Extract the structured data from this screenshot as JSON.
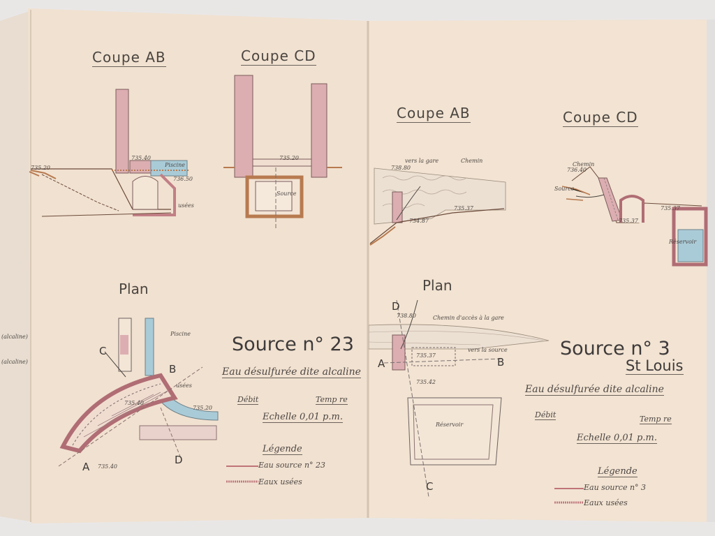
{
  "left_page": {
    "coupe_ab": {
      "title": "Coupe AB",
      "label_piscine": "Piscine",
      "label_usees": "usées",
      "elev_1": "735.20",
      "elev_2": "735.40",
      "elev_3": "736.50"
    },
    "coupe_cd": {
      "title": "Coupe CD",
      "elev_1": "735.20",
      "label_source": "Source"
    },
    "plan": {
      "title": "Plan",
      "label_piscine": "Piscine",
      "label_usees": "usées",
      "elev_1": "735.40",
      "elev_2": "735.20",
      "elev_3": "735.40",
      "letters": [
        "A",
        "B",
        "C",
        "D"
      ]
    },
    "source": {
      "title": "Source n° 23",
      "subtitle": "Eau désulfurée dite alcaline",
      "debit": "Débit",
      "temp": "Temp re",
      "scale": "Echelle 0,01 p.m.",
      "legend_title": "Légende",
      "legend_items": [
        "Eau source n° 23",
        "Eaux usées"
      ]
    }
  },
  "right_page": {
    "coupe_ab": {
      "title": "Coupe AB",
      "label_route": "vers la gare",
      "label_chemin": "Chemin",
      "elev_1": "738.80",
      "elev_2": "735.37",
      "elev_3": "734.87"
    },
    "coupe_cd": {
      "title": "Coupe CD",
      "label_chemin": "Chemin",
      "label_source": "Source",
      "label_reservoir": "Réservoir",
      "elev_1": "736.40",
      "elev_2": "735.37",
      "elev_3": "735.37"
    },
    "plan": {
      "title": "Plan",
      "label_chemin": "Chemin d'accès à la gare",
      "label_source": "vers la source",
      "label_reservoir": "Réservoir",
      "elev_1": "738.80",
      "elev_2": "735.37",
      "elev_3": "735.42",
      "letters": [
        "A",
        "B",
        "C",
        "D"
      ]
    },
    "source": {
      "title": "Source n° 3",
      "subtitle2": "St Louis",
      "subtitle": "Eau désulfurée dite alcaline",
      "debit": "Débit",
      "temp": "Temp re",
      "scale": "Echelle 0,01 p.m.",
      "legend_title": "Légende",
      "legend_items": [
        "Eau source n° 3",
        "Eaux usées"
      ]
    }
  },
  "edge_page": {
    "lines": [
      "(alcaline)",
      "(alcaline)"
    ]
  },
  "colors": {
    "paper": "#f0e1cf",
    "ink": "#4a4540",
    "wall": "#d9a9ad",
    "water": "#9cc3d1",
    "soil": "#b77a4f"
  }
}
